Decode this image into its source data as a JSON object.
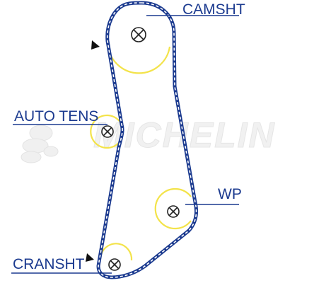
{
  "diagram": {
    "watermark": "MICHELIN",
    "labels": {
      "camshaft": "CAMSHT",
      "tensioner": "AUTO TENS",
      "water_pump": "WP",
      "crankshaft": "CRANSHT"
    }
  },
  "colors": {
    "belt": "#1b3a8f",
    "pulley_outline": "#f3e34a",
    "text": "#1b3a8f",
    "watermark": "#eeeeee"
  }
}
